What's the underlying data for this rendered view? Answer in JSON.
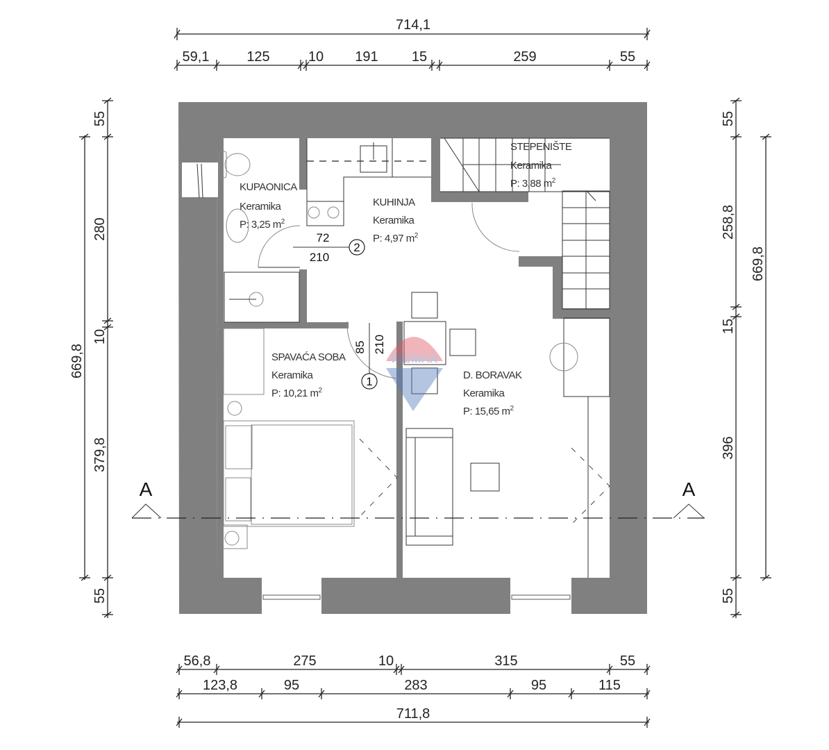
{
  "drawing": {
    "type": "floor-plan",
    "wall_color": "#808080",
    "watermark": "RE/MAX"
  },
  "dimensions": {
    "top_total": "714,1",
    "top_segments": [
      "59,1",
      "125",
      "10",
      "191",
      "15",
      "259",
      "55"
    ],
    "bottom_row1": [
      "56,8",
      "275",
      "10",
      "315",
      "55"
    ],
    "bottom_row2": [
      "123,8",
      "95",
      "283",
      "95",
      "115"
    ],
    "bottom_total": "711,8",
    "left_segments": [
      "55",
      "280",
      "10",
      "379,8",
      "55"
    ],
    "left_total": "669,8",
    "right_segments": [
      "55",
      "258,8",
      "15",
      "396",
      "55"
    ],
    "right_total": "669,8"
  },
  "rooms": [
    {
      "name": "KUPAONICA",
      "floor": "Keramika",
      "area": "P: 3,25 m",
      "sup": "2"
    },
    {
      "name": "KUHINJA",
      "floor": "Keramika",
      "area": "P: 4,97 m",
      "sup": "2"
    },
    {
      "name": "STEPENIŠTE",
      "floor": "Keramika",
      "area": "P: 3,88 m",
      "sup": "2"
    },
    {
      "name": "SPAVAĆA SOBA",
      "floor": "Keramika",
      "area": "P: 10,21 m",
      "sup": "2"
    },
    {
      "name": "D. BORAVAK",
      "floor": "Keramika",
      "area": "P: 15,65 m",
      "sup": "2"
    }
  ],
  "doors": [
    {
      "id": "1",
      "width": "85",
      "height": "210"
    },
    {
      "id": "2",
      "width": "72",
      "height": "210"
    }
  ],
  "section": {
    "label_left": "A",
    "label_right": "A"
  }
}
